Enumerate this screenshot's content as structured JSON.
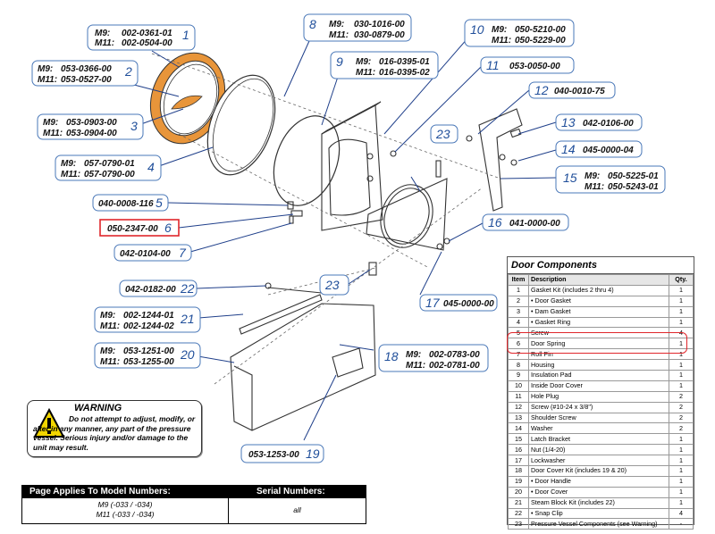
{
  "callouts": {
    "c1": {
      "num": "1",
      "m9": "M9:",
      "m9_val": "002-0361-01",
      "m11": "M11:",
      "m11_val": "002-0504-00"
    },
    "c2": {
      "num": "2",
      "m9": "M9:",
      "m9_val": "053-0366-00",
      "m11": "M11:",
      "m11_val": "053-0527-00"
    },
    "c3": {
      "num": "3",
      "m9": "M9:",
      "m9_val": "053-0903-00",
      "m11": "M11:",
      "m11_val": "053-0904-00"
    },
    "c4": {
      "num": "4",
      "m9": "M9:",
      "m9_val": "057-0790-01",
      "m11": "M11:",
      "m11_val": "057-0790-00"
    },
    "c5": {
      "num": "5",
      "part": "040-0008-116"
    },
    "c6": {
      "num": "6",
      "part": "050-2347-00"
    },
    "c7": {
      "num": "7",
      "part": "042-0104-00"
    },
    "c8": {
      "num": "8",
      "m9": "M9:",
      "m9_val": "030-1016-00",
      "m11": "M11:",
      "m11_val": "030-0879-00"
    },
    "c9": {
      "num": "9",
      "m9": "M9:",
      "m9_val": "016-0395-01",
      "m11": "M11:",
      "m11_val": "016-0395-02"
    },
    "c10": {
      "num": "10",
      "m9": "M9:",
      "m9_val": "050-5210-00",
      "m11": "M11:",
      "m11_val": "050-5229-00"
    },
    "c11": {
      "num": "11",
      "part": "053-0050-00"
    },
    "c12": {
      "num": "12",
      "part": "040-0010-75"
    },
    "c13": {
      "num": "13",
      "part": "042-0106-00"
    },
    "c14": {
      "num": "14",
      "part": "045-0000-04"
    },
    "c15": {
      "num": "15",
      "m9": "M9:",
      "m9_val": "050-5225-01",
      "m11": "M11:",
      "m11_val": "050-5243-01"
    },
    "c16": {
      "num": "16",
      "part": "041-0000-00"
    },
    "c17": {
      "num": "17",
      "part": "045-0000-00"
    },
    "c18": {
      "num": "18",
      "m9": "M9:",
      "m9_val": "002-0783-00",
      "m11": "M11:",
      "m11_val": "002-0781-00"
    },
    "c19": {
      "num": "19",
      "part": "053-1253-00"
    },
    "c20": {
      "num": "20",
      "m9": "M9:",
      "m9_val": "053-1251-00",
      "m11": "M11:",
      "m11_val": "053-1255-00"
    },
    "c21": {
      "num": "21",
      "m9": "M9:",
      "m9_val": "002-1244-01",
      "m11": "M11:",
      "m11_val": "002-1244-02"
    },
    "c22": {
      "num": "22",
      "part": "042-0182-00"
    },
    "c23a": {
      "num": "23"
    },
    "c23b": {
      "num": "23"
    }
  },
  "table": {
    "title": "Door Components",
    "headers": {
      "item": "Item",
      "desc": "Description",
      "qty": "Qty."
    },
    "rows": [
      {
        "item": "1",
        "desc": "Gasket Kit (includes 2 thru 4)",
        "qty": "1"
      },
      {
        "item": "2",
        "desc": "• Door Gasket",
        "qty": "1"
      },
      {
        "item": "3",
        "desc": "• Dam Gasket",
        "qty": "1"
      },
      {
        "item": "4",
        "desc": "• Gasket Ring",
        "qty": "1"
      },
      {
        "item": "5",
        "desc": "Screw",
        "qty": "4"
      },
      {
        "item": "6",
        "desc": "Door Spring",
        "qty": "1"
      },
      {
        "item": "7",
        "desc": "Roll Pin",
        "qty": "1"
      },
      {
        "item": "8",
        "desc": "Housing",
        "qty": "1"
      },
      {
        "item": "9",
        "desc": "Insulation Pad",
        "qty": "1"
      },
      {
        "item": "10",
        "desc": "Inside Door Cover",
        "qty": "1"
      },
      {
        "item": "11",
        "desc": "Hole Plug",
        "qty": "2"
      },
      {
        "item": "12",
        "desc": "Screw (#10-24 x 3/8\")",
        "qty": "2"
      },
      {
        "item": "13",
        "desc": "Shoulder Screw",
        "qty": "2"
      },
      {
        "item": "14",
        "desc": "Washer",
        "qty": "2"
      },
      {
        "item": "15",
        "desc": "Latch Bracket",
        "qty": "1"
      },
      {
        "item": "16",
        "desc": "Nut (1/4-20)",
        "qty": "1"
      },
      {
        "item": "17",
        "desc": "Lockwasher",
        "qty": "1"
      },
      {
        "item": "18",
        "desc": "Door Cover Kit (includes 19 & 20)",
        "qty": "1"
      },
      {
        "item": "19",
        "desc": "• Door Handle",
        "qty": "1"
      },
      {
        "item": "20",
        "desc": "• Door Cover",
        "qty": "1"
      },
      {
        "item": "21",
        "desc": "Steam Block Kit (includes 22)",
        "qty": "1"
      },
      {
        "item": "22",
        "desc": "• Snap Clip",
        "qty": "4"
      },
      {
        "item": "23",
        "desc": "Pressure Vessel Components (see Warning)",
        "qty": "-"
      }
    ]
  },
  "warning": {
    "title": "WARNING",
    "body": "Do not attempt to adjust, modify, or alter in any manner, any part of the pressure vessel. Serious injury and/or damage to the unit may result."
  },
  "models": {
    "header_left": "Page Applies To Model Numbers:",
    "header_right": "Serial Numbers:",
    "m9": "M9 (-033 / -034)",
    "m11": "M11 (-033 / -034)",
    "serial": "all"
  },
  "colors": {
    "accent": "#1f4e9a",
    "highlight": "#e0262b",
    "gasket": "#e8953a"
  }
}
